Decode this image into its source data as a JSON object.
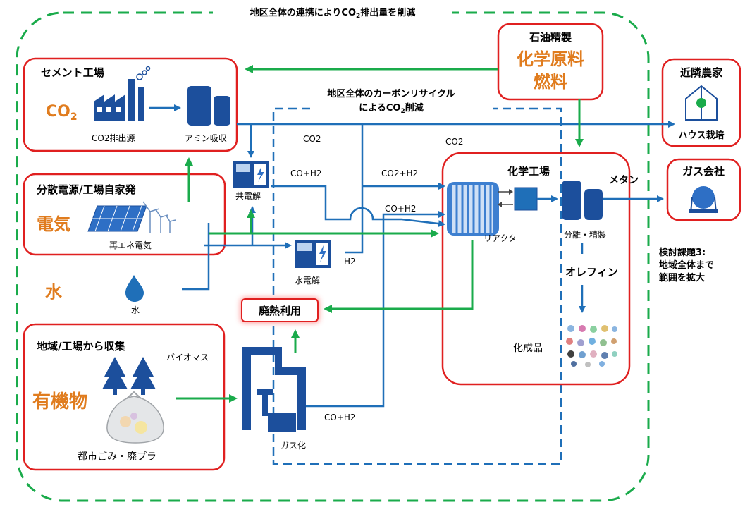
{
  "banner": {
    "title_prefix": "地区全体の連携によりCO",
    "title_sub": "2",
    "title_suffix": "排出量を削減"
  },
  "recycle_box": {
    "line1": "地区全体のカーボンリサイクル",
    "line2_prefix": "によるCO",
    "line2_sub": "2",
    "line2_suffix": "削減"
  },
  "cement": {
    "title": "セメント工場",
    "co2_main": "CO",
    "co2_sub": "2",
    "source_label": "CO2排出源",
    "amine_label": "アミン吸収"
  },
  "power": {
    "title": "分散電源/工場自家発",
    "big_label": "電気",
    "re_label": "再エネ電気"
  },
  "water": {
    "big_label": "水",
    "label": "水"
  },
  "organic": {
    "title": "地域/工場から収集",
    "big_label": "有機物",
    "biomass_label": "バイオマス",
    "waste_label": "都市ごみ・廃プラ"
  },
  "oil": {
    "title": "石油精製",
    "line1": "化学原料",
    "line2": "燃料"
  },
  "farm": {
    "title": "近隣農家",
    "label": "ハウス栽培"
  },
  "gas_co": {
    "title": "ガス会社"
  },
  "chem": {
    "title": "化学工場",
    "reactor_label": "リアクタ",
    "separation_label": "分離・精製",
    "olefin_label": "オレフィン",
    "product_label": "化成品"
  },
  "equipment": {
    "co_electrolysis": "共電解",
    "water_electrolysis": "水電解",
    "gasification": "ガス化",
    "waste_heat": "廃熱利用"
  },
  "flows": {
    "co2_a": "CO2",
    "co2_b": "CO2",
    "coh2_a": "CO+H2",
    "co2h2": "CO2+H2",
    "coh2_b": "CO+H2",
    "h2": "H2",
    "coh2_c": "CO+H2",
    "methane": "メタン"
  },
  "task": {
    "line1": "検討課題3:",
    "line2": "地域全体まで",
    "line3": "範囲を拡大"
  },
  "colors": {
    "green": "#1aab4b",
    "blue": "#1f6fb8",
    "red": "#e02020",
    "dark_blue": "#1c4f9c",
    "orange": "#e07c1e"
  }
}
